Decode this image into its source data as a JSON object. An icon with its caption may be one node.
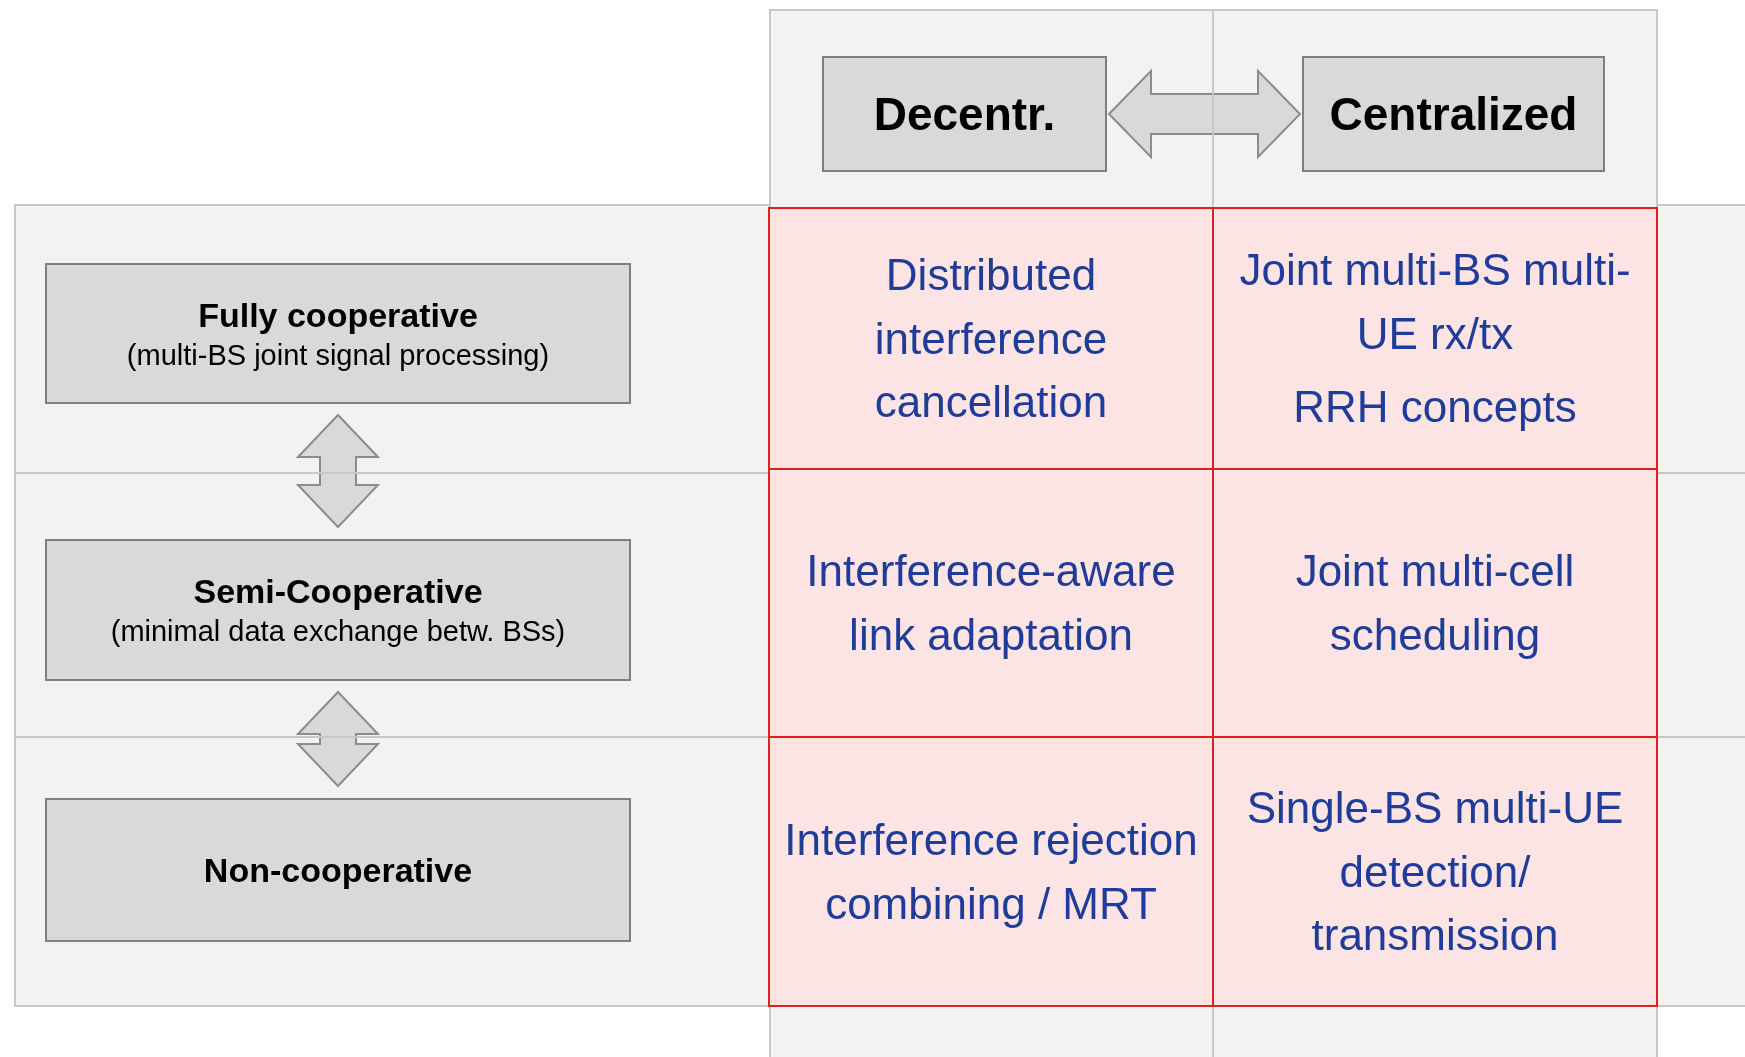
{
  "diagram": {
    "nodes": [
      {
        "text": [
          "Decentr."
        ]
      },
      {
        "text": [
          "Centralized"
        ]
      },
      {
        "text": [
          "Fully cooperative",
          "(multi-BS joint signal processing)"
        ]
      },
      {
        "text": [
          "Semi-Cooperative",
          "(minimal data exchange betw. BSs)"
        ]
      },
      {
        "text": [
          "Non-cooperative"
        ]
      },
      {
        "text": [
          "Distributed interference cancellation"
        ]
      },
      {
        "text": [
          "Joint multi-BS multi-UE rx/tx",
          "RRH concepts"
        ]
      },
      {
        "text": [
          "Interference-aware link adaptation"
        ]
      },
      {
        "text": [
          "Joint multi-cell scheduling"
        ]
      },
      {
        "text": [
          "Interference rejection combining / MRT"
        ]
      },
      {
        "text": [
          "Single-BS multi-UE detection/ transmission"
        ]
      }
    ],
    "edges": [
      {
        "from": 0,
        "to": 1,
        "arrow": "both"
      },
      {
        "from": 2,
        "to": 3,
        "arrow": "both"
      },
      {
        "from": 3,
        "to": 4,
        "arrow": "both"
      }
    ]
  }
}
